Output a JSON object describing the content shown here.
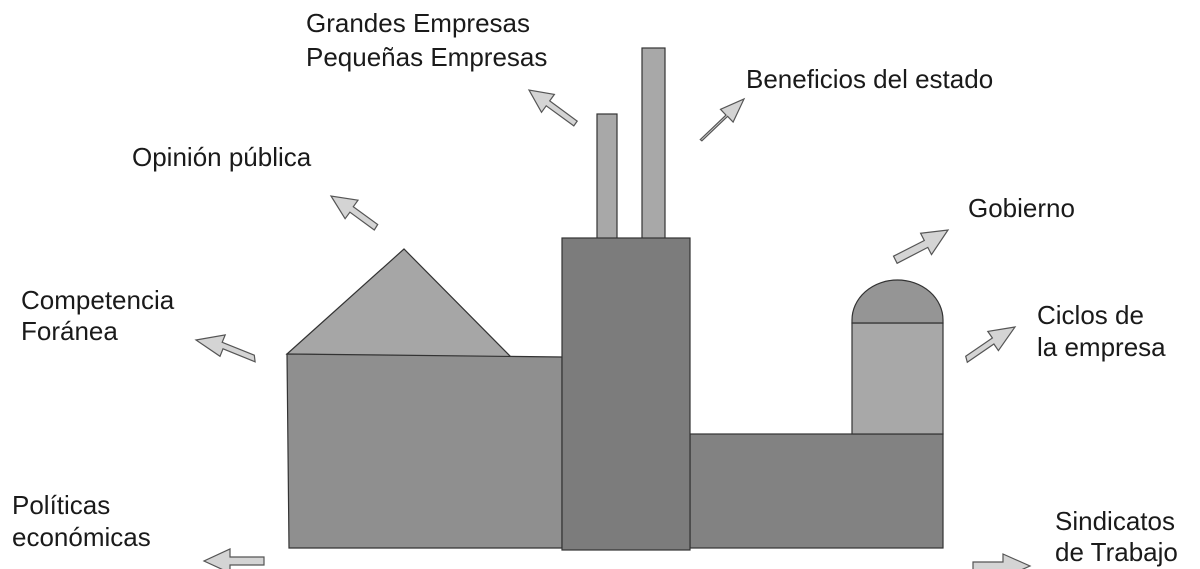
{
  "colors": {
    "main_building": "#8f8f8f",
    "roof": "#a6a6a6",
    "tower": "#7c7c7c",
    "chimney": "#a8a8a8",
    "right_block": "#828282",
    "silo_body": "#a8a8a8",
    "silo_dome": "#959595",
    "arrow_fill": "#d4d4d4",
    "outline": "#333333"
  },
  "labels": {
    "grandes_empresas": "Grandes Empresas",
    "pequenas_empresas": "Pequeñas Empresas",
    "beneficios_estado": "Beneficios del estado",
    "opinion_publica": "Opinión pública",
    "gobierno": "Gobierno",
    "competencia_line1": "Competencia",
    "competencia_line2": "Foránea",
    "ciclos_line1": "Ciclos de",
    "ciclos_line2": "la empresa",
    "politicas_line1": "Políticas",
    "politicas_line2": "económicas",
    "sindicatos_line1": "Sindicatos",
    "sindicatos_line2": "de Trabajo"
  },
  "icons": {
    "factory": "factory-icon",
    "arrow": "arrow-icon"
  }
}
